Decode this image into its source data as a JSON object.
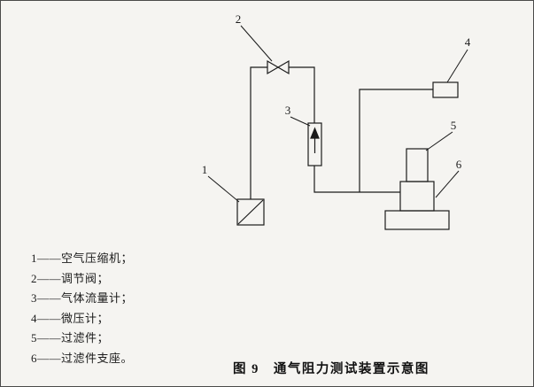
{
  "figure": {
    "caption": "图 9　通气阻力测试装置示意图"
  },
  "legend": {
    "items": [
      "1——空气压缩机；",
      "2——调节阀；",
      "3——气体流量计；",
      "4——微压计；",
      "5——过滤件；",
      "6——过滤件支座。"
    ]
  },
  "diagram": {
    "labels": {
      "compressor": "1",
      "valve": "2",
      "flowmeter": "3",
      "manometer": "4",
      "filter": "5",
      "support": "6"
    },
    "line_color": "#1b1b1b"
  }
}
